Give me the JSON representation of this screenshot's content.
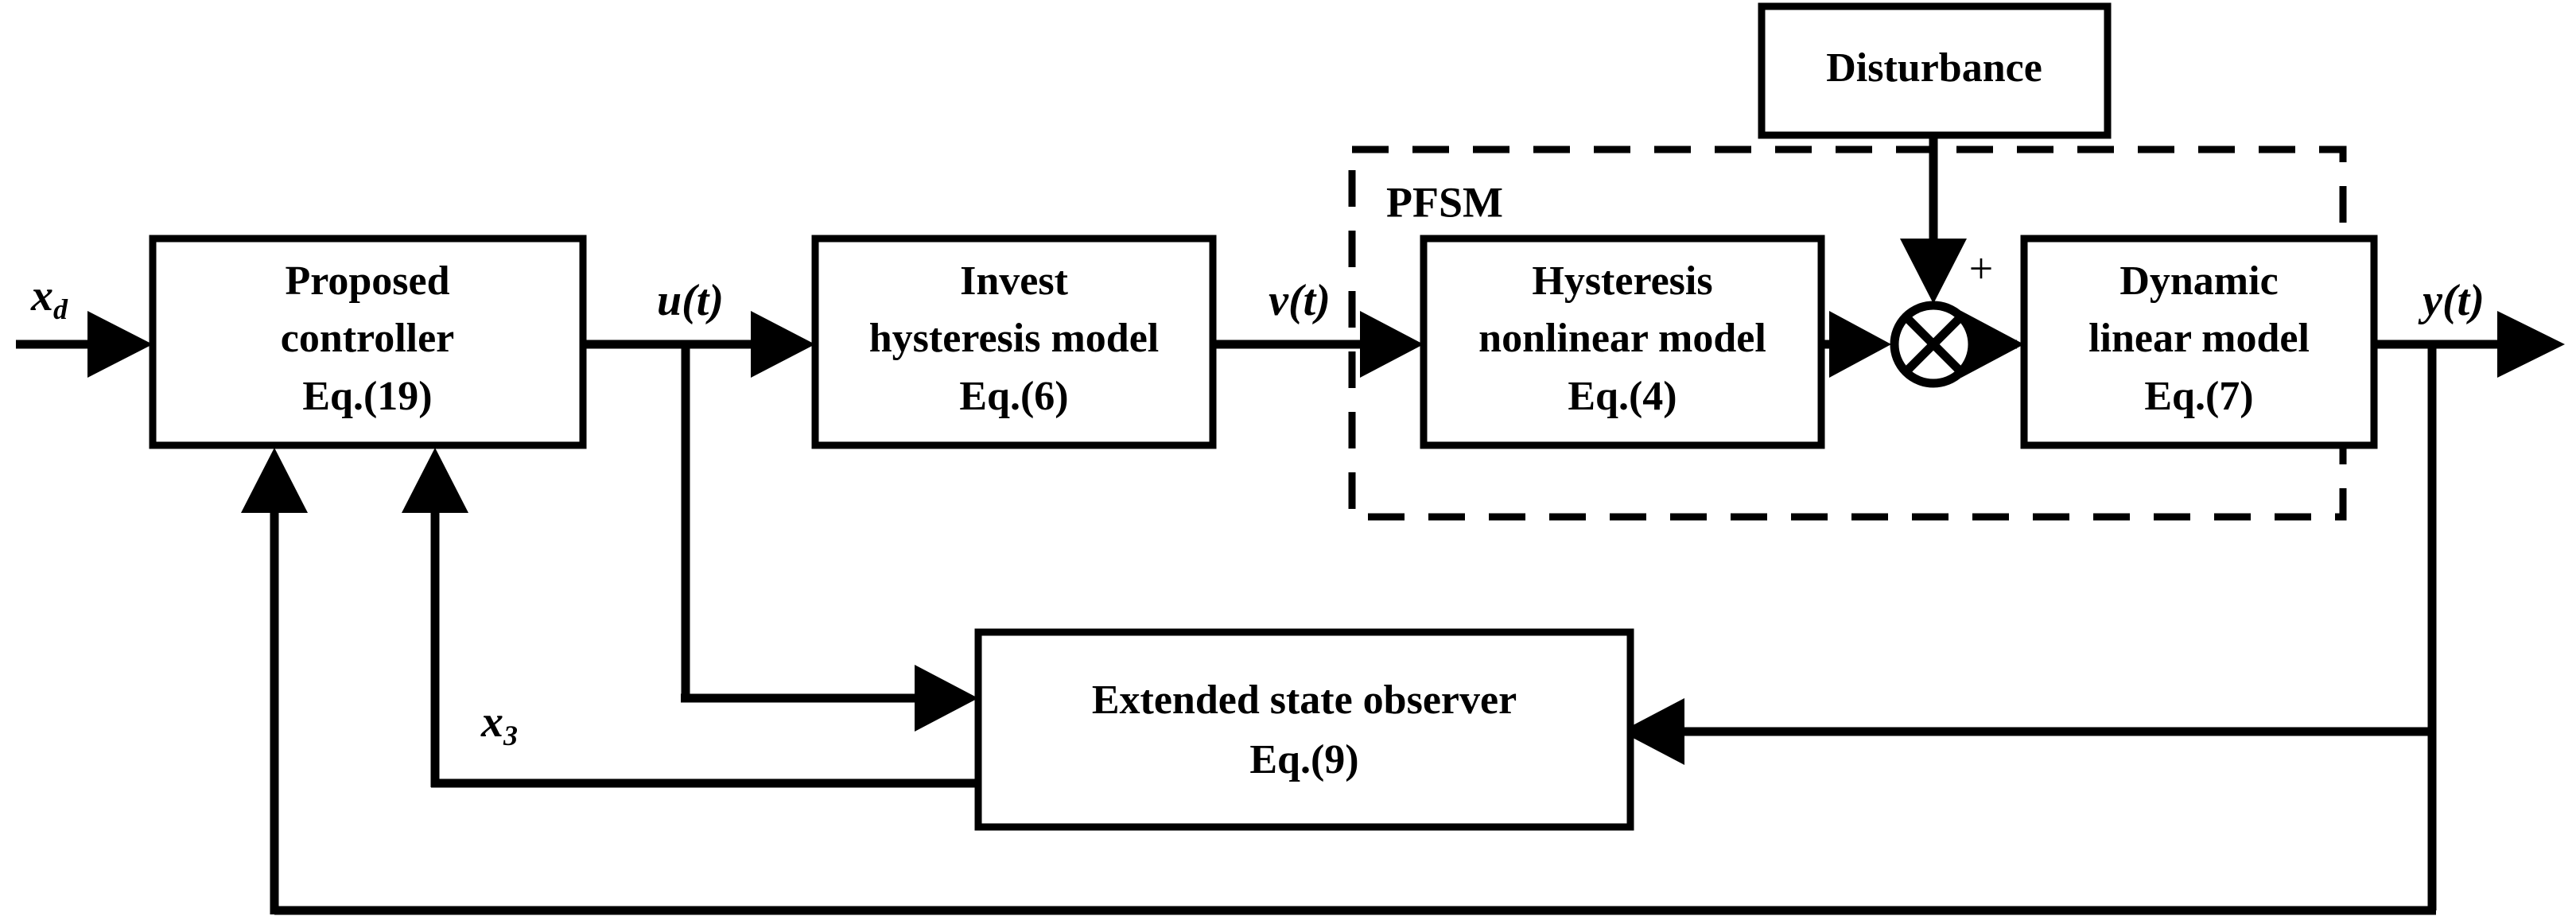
{
  "figure": {
    "kind": "control-block-diagram",
    "background_color": "#ffffff",
    "line_color": "#000000"
  },
  "blocks": {
    "controller": {
      "line1": "Proposed",
      "line2": "controller",
      "line3": "Eq.(19)"
    },
    "invest_hysteresis": {
      "line1": "Invest",
      "line2": "hysteresis model",
      "line3": "Eq.(6)"
    },
    "hysteresis_nonlinear": {
      "line1": "Hysteresis",
      "line2": "nonlinear model",
      "line3": "Eq.(4)"
    },
    "dynamic_linear": {
      "line1": "Dynamic",
      "line2": "linear model",
      "line3": "Eq.(7)"
    },
    "disturbance": {
      "line1": "Disturbance"
    },
    "observer": {
      "line1": "Extended state observer",
      "line2": "Eq.(9)"
    }
  },
  "group": {
    "pfsm_label": "PFSM"
  },
  "signals": {
    "reference": {
      "base": "x",
      "sub": "d"
    },
    "control": "u(t)",
    "actuator": "v(t)",
    "output": "y(t)",
    "state_estimate": {
      "base": "x",
      "sub": "3"
    },
    "sum_sign": "+"
  },
  "icons": {
    "summing_junction": "circle-cross-icon",
    "arrow": "arrow-head-icon"
  }
}
